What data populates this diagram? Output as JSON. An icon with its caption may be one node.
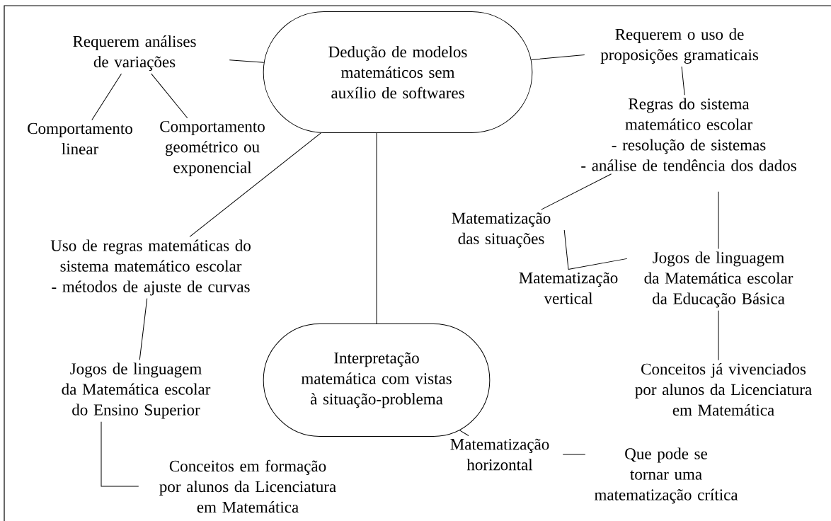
{
  "diagram": {
    "nodes": [
      {
        "text": [
          "Dedução de modelos matemáticos sem auxílio de softwares"
        ]
      },
      {
        "text": [
          "Requerem análises de variações"
        ]
      },
      {
        "text": [
          "Comportamento linear"
        ]
      },
      {
        "text": [
          "Comportamento geométrico ou exponencial"
        ]
      },
      {
        "text": [
          "Uso de regras matemáticas do sistema matemático escolar",
          "- métodos de ajuste de curvas"
        ]
      },
      {
        "text": [
          "Jogos de linguagem da Matemática escolar do Ensino Superior"
        ]
      },
      {
        "text": [
          "Conceitos em formação por alunos da Licenciatura em Matemática"
        ]
      },
      {
        "text": [
          "Interpretação matemática com vistas à situação-problema"
        ]
      },
      {
        "text": [
          "Requerem o uso de proposições gramaticais"
        ]
      },
      {
        "text": [
          "Regras do sistema matemático escolar",
          "- resolução de sistemas",
          "- análise de tendência dos dados"
        ]
      },
      {
        "text": [
          "Matematização das situações"
        ]
      },
      {
        "text": [
          "Jogos de linguagem da Matemática escolar da Educação Básica"
        ]
      },
      {
        "text": [
          "Matematização vertical"
        ]
      },
      {
        "text": [
          "Conceitos já vivenciados por alunos da Licenciatura em Matemática"
        ]
      },
      {
        "text": [
          "Matematização horizontal"
        ]
      },
      {
        "text": [
          "Que pode se tornar uma matematização crítica"
        ]
      }
    ],
    "edges": [
      {
        "from": 1,
        "to": 0,
        "arrow": "none"
      },
      {
        "from": 1,
        "to": 2,
        "arrow": "none"
      },
      {
        "from": 1,
        "to": 3,
        "arrow": "none"
      },
      {
        "from": 0,
        "to": 4,
        "arrow": "none"
      },
      {
        "from": 4,
        "to": 5,
        "arrow": "none"
      },
      {
        "from": 5,
        "to": 6,
        "arrow": "none"
      },
      {
        "from": 0,
        "to": 7,
        "arrow": "none"
      },
      {
        "from": 0,
        "to": 8,
        "arrow": "none"
      },
      {
        "from": 8,
        "to": 9,
        "arrow": "none"
      },
      {
        "from": 9,
        "to": 10,
        "arrow": "none"
      },
      {
        "from": 9,
        "to": 11,
        "arrow": "none"
      },
      {
        "from": 10,
        "to": 12,
        "arrow": "none"
      },
      {
        "from": 12,
        "to": 11,
        "arrow": "none"
      },
      {
        "from": 11,
        "to": 13,
        "arrow": "none"
      },
      {
        "from": 7,
        "to": 14,
        "arrow": "none"
      },
      {
        "from": 14,
        "to": 15,
        "arrow": "none"
      }
    ]
  }
}
